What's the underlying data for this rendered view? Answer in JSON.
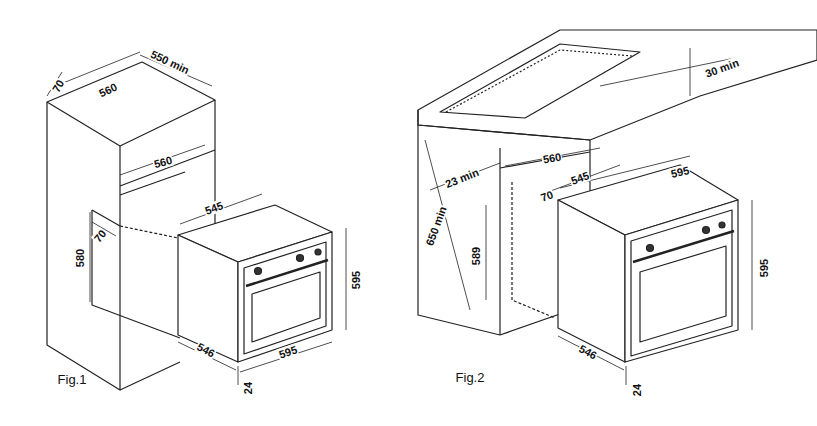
{
  "diagram": {
    "labels": [
      "70",
      "560",
      "550 min",
      "560",
      "545",
      "70",
      "580",
      "595",
      "546",
      "595",
      "24",
      "Fig.1",
      "30 min",
      "23 min",
      "560",
      "545",
      "70",
      "595",
      "650 min",
      "589",
      "595",
      "546",
      "24",
      "Fig.2"
    ]
  }
}
